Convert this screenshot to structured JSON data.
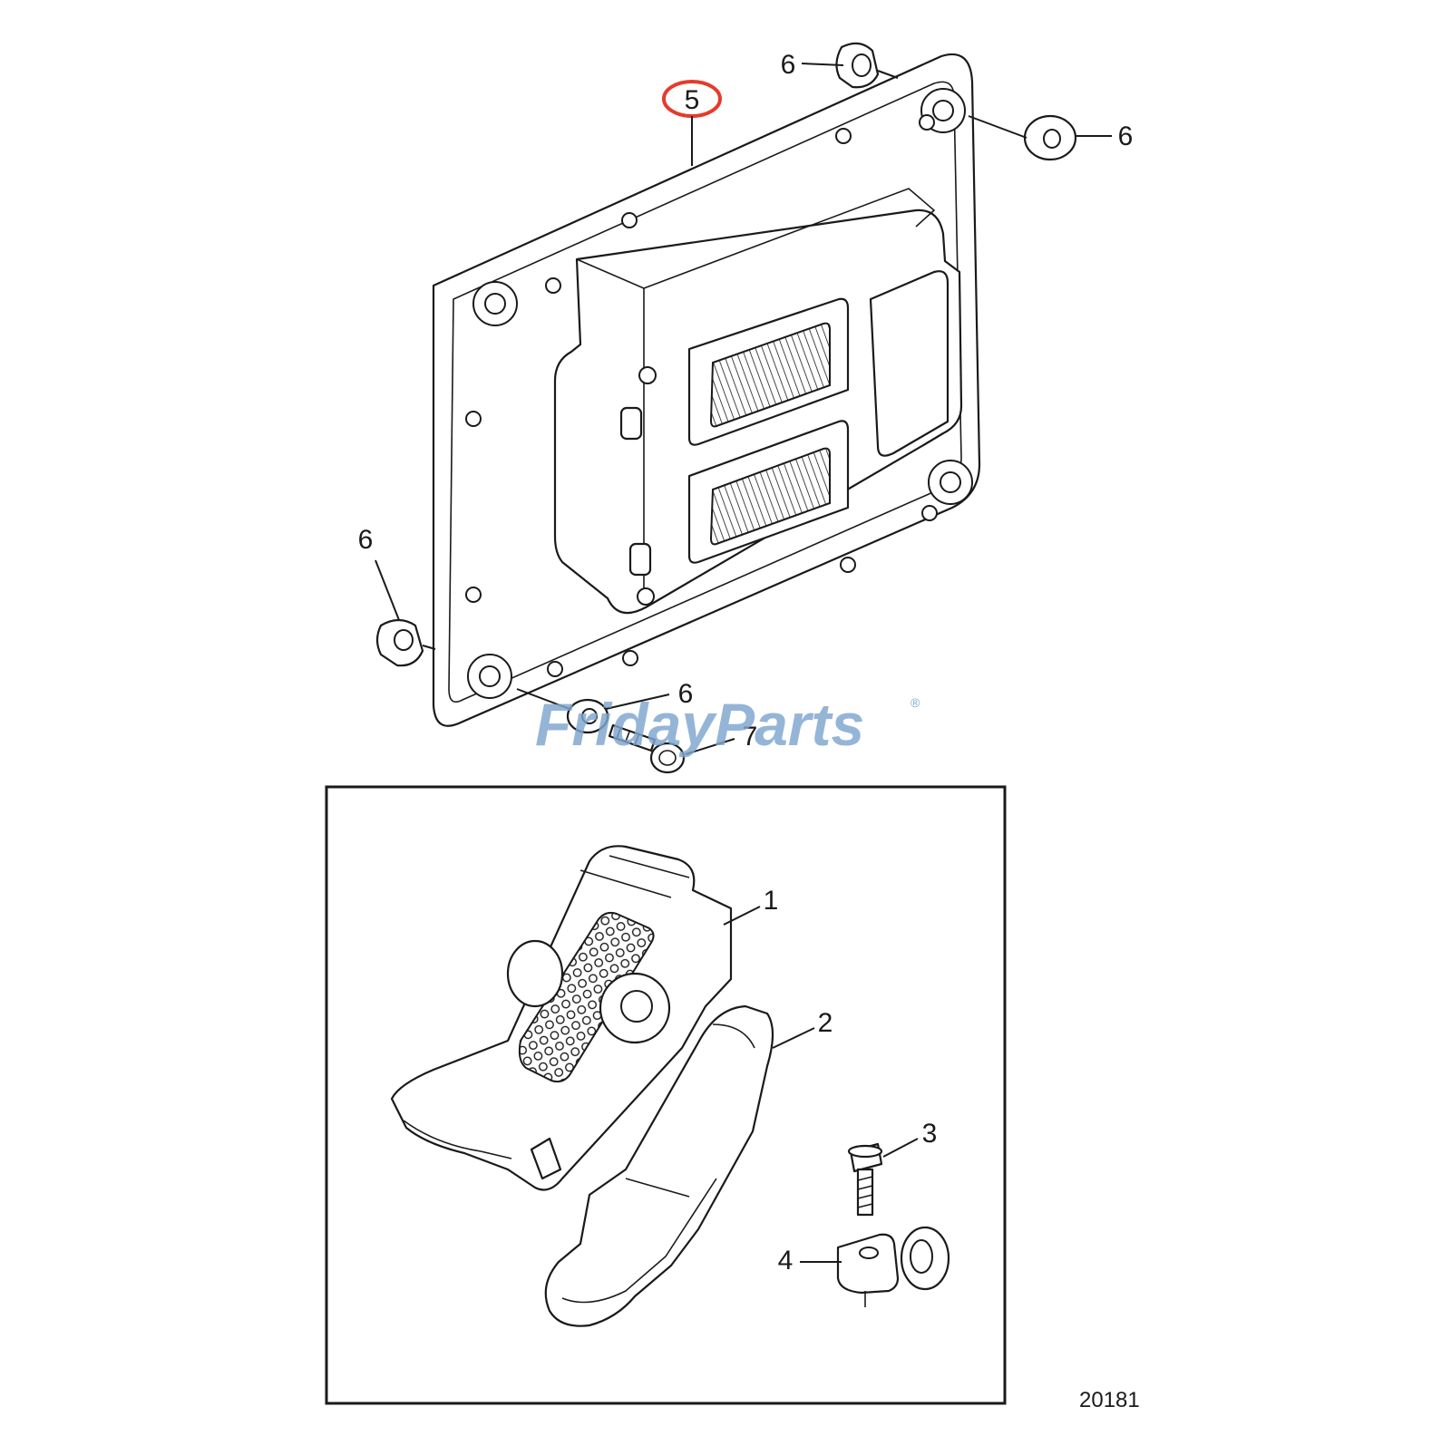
{
  "callouts": {
    "c1": "1",
    "c2": "2",
    "c3": "3",
    "c4": "4",
    "c5": "5",
    "c6a": "6",
    "c6b": "6",
    "c6c": "6",
    "c6d": "6",
    "c7": "7"
  },
  "highlight_color": "#e53b2c",
  "watermark": {
    "text": "FridayParts",
    "color": "#7ea6cf",
    "accent": "#f0a830"
  },
  "figure_id": "20181"
}
